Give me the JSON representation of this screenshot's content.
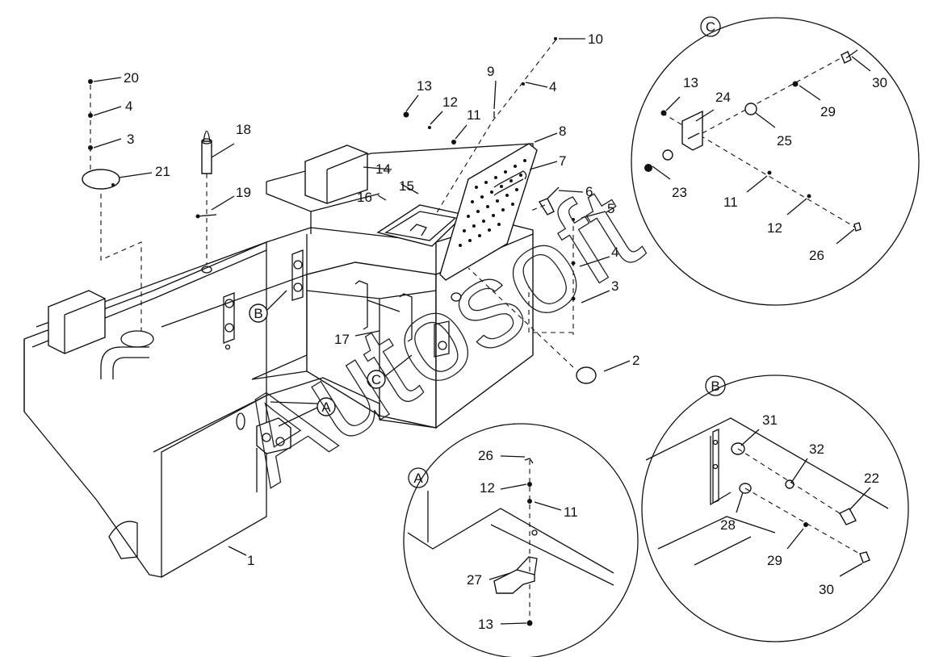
{
  "watermark": "Autosoft",
  "part_callouts": [
    "1",
    "2",
    "3",
    "4",
    "5",
    "6",
    "7",
    "8",
    "9",
    "10",
    "11",
    "12",
    "13",
    "14",
    "15",
    "16",
    "17",
    "18",
    "19",
    "20",
    "21"
  ],
  "detail_markers": {
    "a": "A",
    "b": "B",
    "c": "C"
  },
  "detail_c": {
    "title": "C",
    "callouts": [
      "13",
      "24",
      "30",
      "29",
      "25",
      "23",
      "11",
      "12",
      "26"
    ]
  },
  "detail_b": {
    "title": "B",
    "callouts": [
      "31",
      "32",
      "22",
      "28",
      "29",
      "30"
    ]
  },
  "detail_a": {
    "title": "A",
    "callouts": [
      "26",
      "12",
      "11",
      "27",
      "13"
    ]
  }
}
